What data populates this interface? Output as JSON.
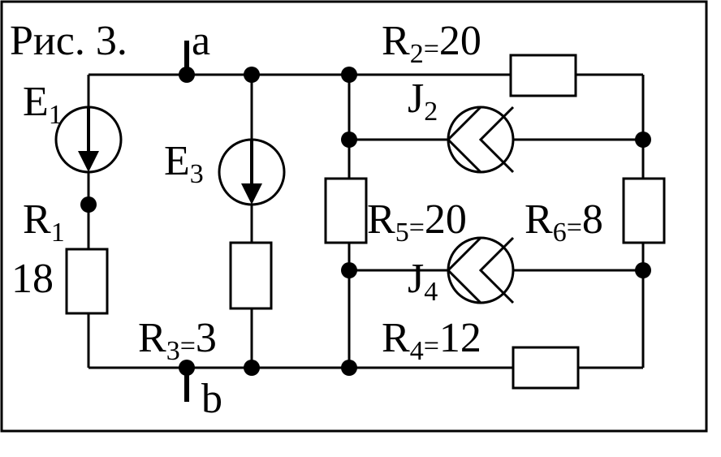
{
  "figure": {
    "caption": "Рис. 3.",
    "terminal_a": "a",
    "terminal_b": "b"
  },
  "labels": {
    "E1": {
      "main": "E",
      "sub": "1"
    },
    "E3": {
      "main": "E",
      "sub": "3"
    },
    "R1": {
      "main": "R",
      "sub": "1",
      "value": "18"
    },
    "R2": {
      "main": "R",
      "sub": "2",
      "eq": "=",
      "value": "20"
    },
    "R3": {
      "main": "R",
      "sub": "3",
      "eq": "=",
      "value": "3"
    },
    "R4": {
      "main": "R",
      "sub": "4",
      "eq": "=",
      "value": "12"
    },
    "R5": {
      "main": "R",
      "sub": "5",
      "eq": "=",
      "value": "20"
    },
    "R6": {
      "main": "R",
      "sub": "6",
      "eq": "=",
      "value": "8"
    },
    "J2": {
      "main": "J",
      "sub": "2"
    },
    "J4": {
      "main": "J",
      "sub": "4"
    }
  }
}
